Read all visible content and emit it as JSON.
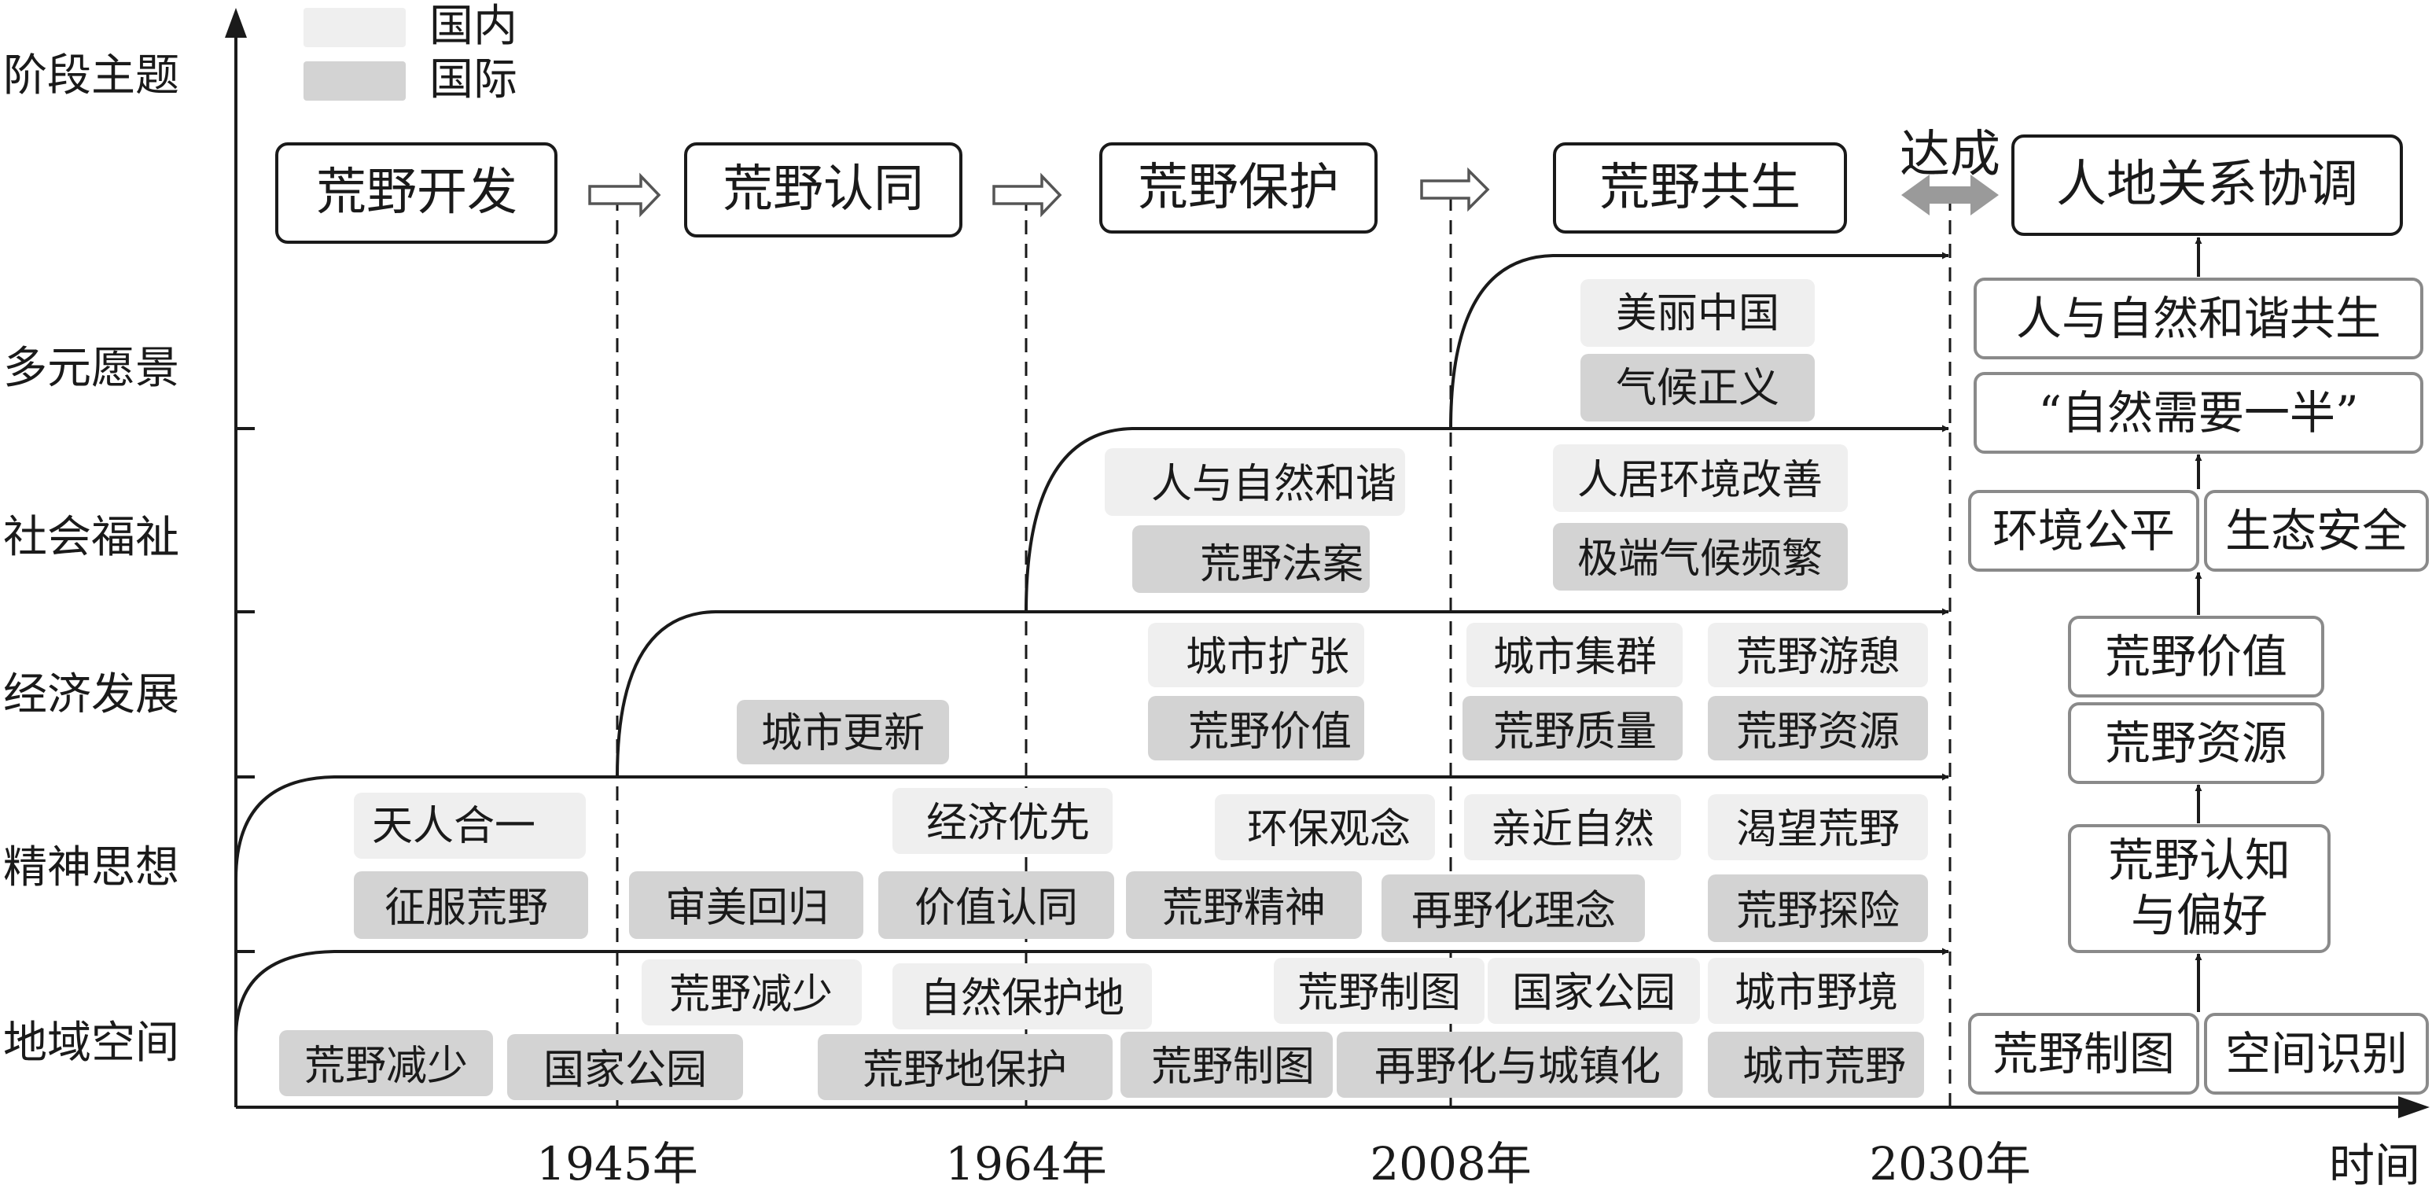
{
  "legend": {
    "domestic": "国内",
    "international": "国际"
  },
  "colors": {
    "domestic": "#efefef",
    "international": "#d3d3d3",
    "achieve_arrow": "#9a9a9a"
  },
  "y_axis_title": "阶段主题",
  "x_axis_title": "时间",
  "rows": {
    "vision": "多元愿景",
    "welfare": "社会福祉",
    "economy": "经济发展",
    "spirit": "精神思想",
    "space": "地域空间"
  },
  "years": [
    "1945年",
    "1964年",
    "2008年",
    "2030年"
  ],
  "stages": [
    "荒野开发",
    "荒野认同",
    "荒野保护",
    "荒野共生"
  ],
  "achieve_label": "达成",
  "goal": "人地关系协调",
  "vision_tags": {
    "domestic": [
      "美丽中国"
    ],
    "international": [
      "气候正义"
    ]
  },
  "welfare_tags": {
    "domestic": [
      "人与自然和谐",
      "人居环境改善"
    ],
    "international": [
      "荒野法案",
      "极端气候频繁"
    ]
  },
  "economy_tags": {
    "domestic": [
      "城市扩张",
      "城市集群",
      "荒野游憩"
    ],
    "international": [
      "城市更新",
      "荒野价值",
      "荒野质量",
      "荒野资源"
    ]
  },
  "spirit_tags": {
    "domestic": [
      "天人合一",
      "经济优先",
      "环保观念",
      "亲近自然",
      "渴望荒野"
    ],
    "international": [
      "征服荒野",
      "审美回归",
      "价值认同",
      "荒野精神",
      "再野化理念",
      "荒野探险"
    ]
  },
  "space_tags": {
    "domestic": [
      "荒野减少",
      "自然保护地",
      "荒野制图",
      "国家公园",
      "城市野境"
    ],
    "international": [
      "荒野减少",
      "国家公园",
      "荒野地保护",
      "荒野制图",
      "再野化与城镇化",
      "城市荒野"
    ]
  },
  "right_chain": {
    "harmony": "人与自然和谐共生",
    "half": "“自然需要一半”",
    "equity": "环境公平",
    "security": "生态安全",
    "value": "荒野价值",
    "resource": "荒野资源",
    "cognition_line1": "荒野认知",
    "cognition_line2": "与偏好",
    "mapping": "荒野制图",
    "identify": "空间识别"
  }
}
